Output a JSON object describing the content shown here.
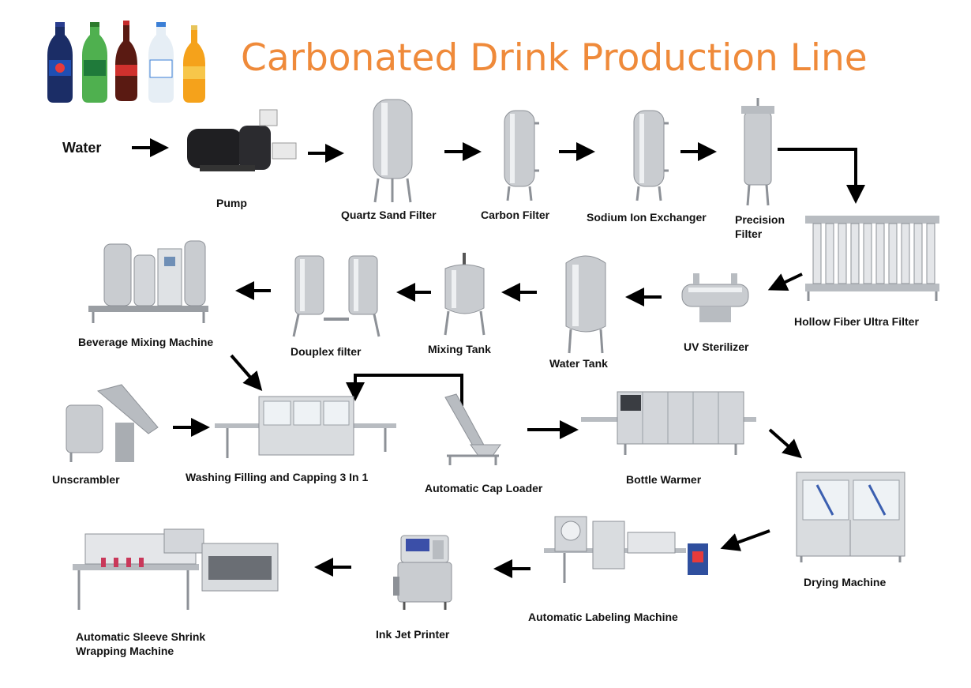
{
  "title": "Carbonated Drink Production Line",
  "colors": {
    "title": "#ef8a3a",
    "steel": "#c9ccd0",
    "steel_dark": "#8d9197",
    "arrow": "#000000"
  },
  "labels": {
    "water": "Water",
    "pump": "Pump",
    "quartz_sand_filter": "Quartz Sand Filter",
    "carbon_filter": "Carbon Filter",
    "sodium_ion_exchanger": "Sodium Ion Exchanger",
    "precision_filter": "Precision Filter",
    "hollow_fiber_ultra_filter": "Hollow Fiber Ultra Filter",
    "uv_sterilizer": "UV Sterilizer",
    "water_tank": "Water Tank",
    "mixing_tank": "Mixing Tank",
    "douplex_filter": "Douplex filter",
    "beverage_mixing_machine": "Beverage Mixing Machine",
    "unscrambler": "Unscrambler",
    "washing_filling_capping": "Washing Filling and Capping 3 In 1",
    "automatic_cap_loader": "Automatic Cap Loader",
    "bottle_warmer": "Bottle Warmer",
    "drying_machine": "Drying Machine",
    "automatic_labeling_machine": "Automatic Labeling Machine",
    "ink_jet_printer": "Ink Jet Printer",
    "automatic_sleeve_shrink_wrapping_machine": "Automatic Sleeve Shrink Wrapping Machine"
  },
  "icons": {
    "bottles": "drink-bottles-icon",
    "pump": "pump-icon",
    "tank": "steel-tank-icon"
  }
}
